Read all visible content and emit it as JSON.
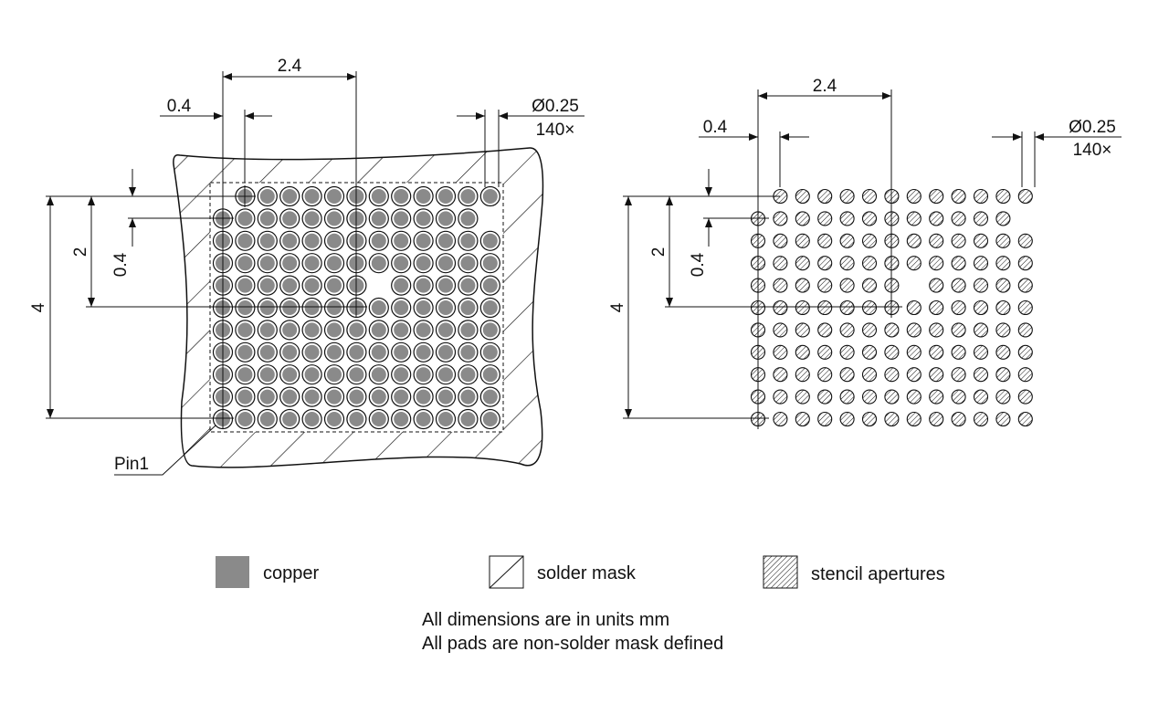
{
  "left_view": {
    "dims": {
      "pitch_top": "2.4",
      "pitch_small": "0.4",
      "diameter": "Ø0.25",
      "count": "140×",
      "vertical_large": "4",
      "vertical_mid": "2",
      "vertical_small": "0.4"
    },
    "pin1_label": "Pin1"
  },
  "right_view": {
    "dims": {
      "pitch_top": "2.4",
      "pitch_small": "0.4",
      "diameter": "Ø0.25",
      "count": "140×",
      "vertical_large": "4",
      "vertical_mid": "2",
      "vertical_small": "0.4"
    }
  },
  "grid": {
    "rows": 11,
    "cols": 13,
    "missing_pads": [
      [
        0,
        0
      ],
      [
        1,
        12
      ],
      [
        4,
        7
      ]
    ]
  },
  "legend": {
    "copper": "copper",
    "solder_mask": "solder mask",
    "stencil": "stencil apertures"
  },
  "notes": {
    "line1": "All dimensions are in units mm",
    "line2": "All pads are non-solder mask defined"
  },
  "colors": {
    "copper": "#8a8a8a",
    "line": "#111111"
  }
}
